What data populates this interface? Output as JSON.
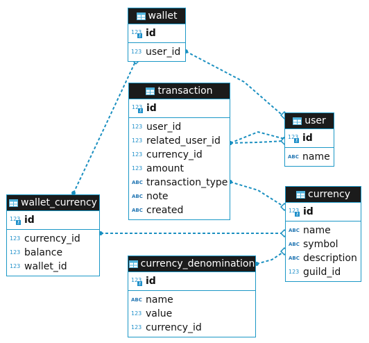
{
  "colors": {
    "accent": "#1a97c6",
    "header_bg": "#1b1b1b",
    "edge": "#1a8fc0"
  },
  "entities": {
    "wallet": {
      "title": "wallet",
      "pk": "id",
      "columns": [
        {
          "name": "user_id",
          "type": "123"
        }
      ]
    },
    "transaction": {
      "title": "transaction",
      "pk": "id",
      "columns": [
        {
          "name": "user_id",
          "type": "123"
        },
        {
          "name": "related_user_id",
          "type": "123"
        },
        {
          "name": "currency_id",
          "type": "123"
        },
        {
          "name": "amount",
          "type": "123"
        },
        {
          "name": "transaction_type",
          "type": "ABC"
        },
        {
          "name": "note",
          "type": "ABC"
        },
        {
          "name": "created",
          "type": "ABC"
        }
      ]
    },
    "user": {
      "title": "user",
      "pk": "id",
      "columns": [
        {
          "name": "name",
          "type": "ABC"
        }
      ]
    },
    "currency": {
      "title": "currency",
      "pk": "id",
      "columns": [
        {
          "name": "name",
          "type": "ABC"
        },
        {
          "name": "symbol",
          "type": "ABC"
        },
        {
          "name": "description",
          "type": "ABC"
        },
        {
          "name": "guild_id",
          "type": "123"
        }
      ]
    },
    "wallet_currency": {
      "title": "wallet_currency",
      "pk": "id",
      "columns": [
        {
          "name": "currency_id",
          "type": "123"
        },
        {
          "name": "balance",
          "type": "123"
        },
        {
          "name": "wallet_id",
          "type": "123"
        }
      ]
    },
    "currency_denomination": {
      "title": "currency_denomination",
      "pk": "id",
      "columns": [
        {
          "name": "name",
          "type": "ABC"
        },
        {
          "name": "value",
          "type": "123"
        },
        {
          "name": "currency_id",
          "type": "123"
        }
      ]
    }
  },
  "icons": {
    "table": "table-icon",
    "numeric": "numeric-type-icon",
    "text": "text-type-icon",
    "key": "primary-key-icon"
  }
}
